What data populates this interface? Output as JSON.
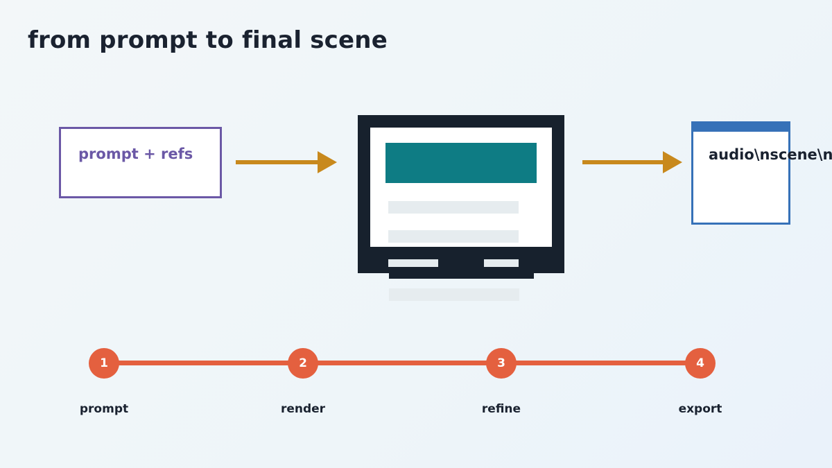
{
  "title": "from prompt to final scene",
  "input_box": {
    "label": "prompt + refs"
  },
  "output_box": {
    "label": "audio\\nscene\\n"
  },
  "timeline": {
    "steps": [
      {
        "number": "1",
        "label": "prompt"
      },
      {
        "number": "2",
        "label": "render"
      },
      {
        "number": "3",
        "label": "refine"
      },
      {
        "number": "4",
        "label": "export"
      }
    ]
  },
  "colors": {
    "input_border": "#6b58a6",
    "arrow": "#c8891d",
    "monitor": "#17212d",
    "screen_header": "#0e7c84",
    "output_border": "#3671b8",
    "timeline": "#e4603f",
    "text": "#1a2230"
  }
}
